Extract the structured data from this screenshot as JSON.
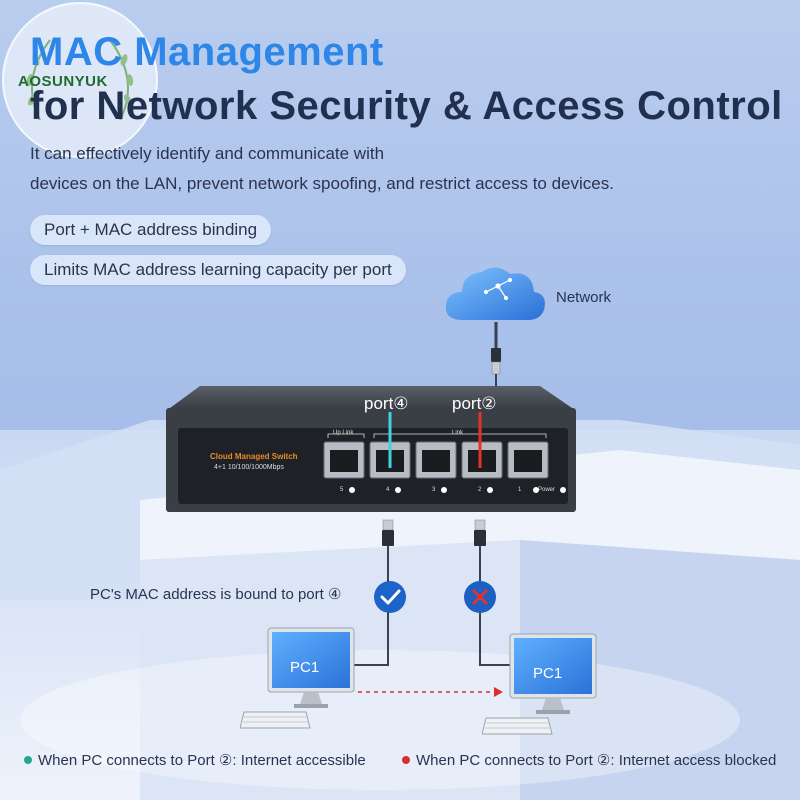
{
  "header": {
    "title_line1": "MAC Management",
    "title_line2": "for Network Security & Access Control",
    "subtitle_line1": "It can effectively identify and communicate with",
    "subtitle_line2": "devices on the LAN, prevent network spoofing, and restrict access to devices."
  },
  "features": [
    {
      "label": "Port + MAC address binding"
    },
    {
      "label": "Limits MAC address learning capacity per port"
    }
  ],
  "watermark": {
    "text": "AOSUNYUK"
  },
  "diagram": {
    "network_label": "Network",
    "port_labels": {
      "port4": "port④",
      "port2": "port②"
    },
    "switch": {
      "brand": "Cloud Managed Switch",
      "spec": "4+1 10/100/1000Mbps",
      "uplink_label": "Up Link",
      "link_label": "Link",
      "port_numbers": [
        "5",
        "4",
        "3",
        "2",
        "1"
      ],
      "power_label": "Power"
    },
    "bound_text": "PC's MAC address is bound to port ④",
    "pc_left_label": "PC1",
    "pc_right_label": "PC1",
    "status_icons": {
      "allowed": "check-circle-icon",
      "blocked": "cross-circle-icon"
    }
  },
  "legend": {
    "accessible": {
      "text": "When PC connects to Port ②: Internet accessible",
      "color": "#1fa88f"
    },
    "blocked": {
      "text": "When PC connects to Port ②: Internet access blocked",
      "color": "#d9302c"
    }
  },
  "colors": {
    "title_accent": "#2d86e8",
    "title_dark": "#21304e",
    "port4_line": "#3fd4e0",
    "port2_line": "#e0322e",
    "check_bg": "#1e63c8",
    "cross_bg": "#1e5fc2"
  }
}
